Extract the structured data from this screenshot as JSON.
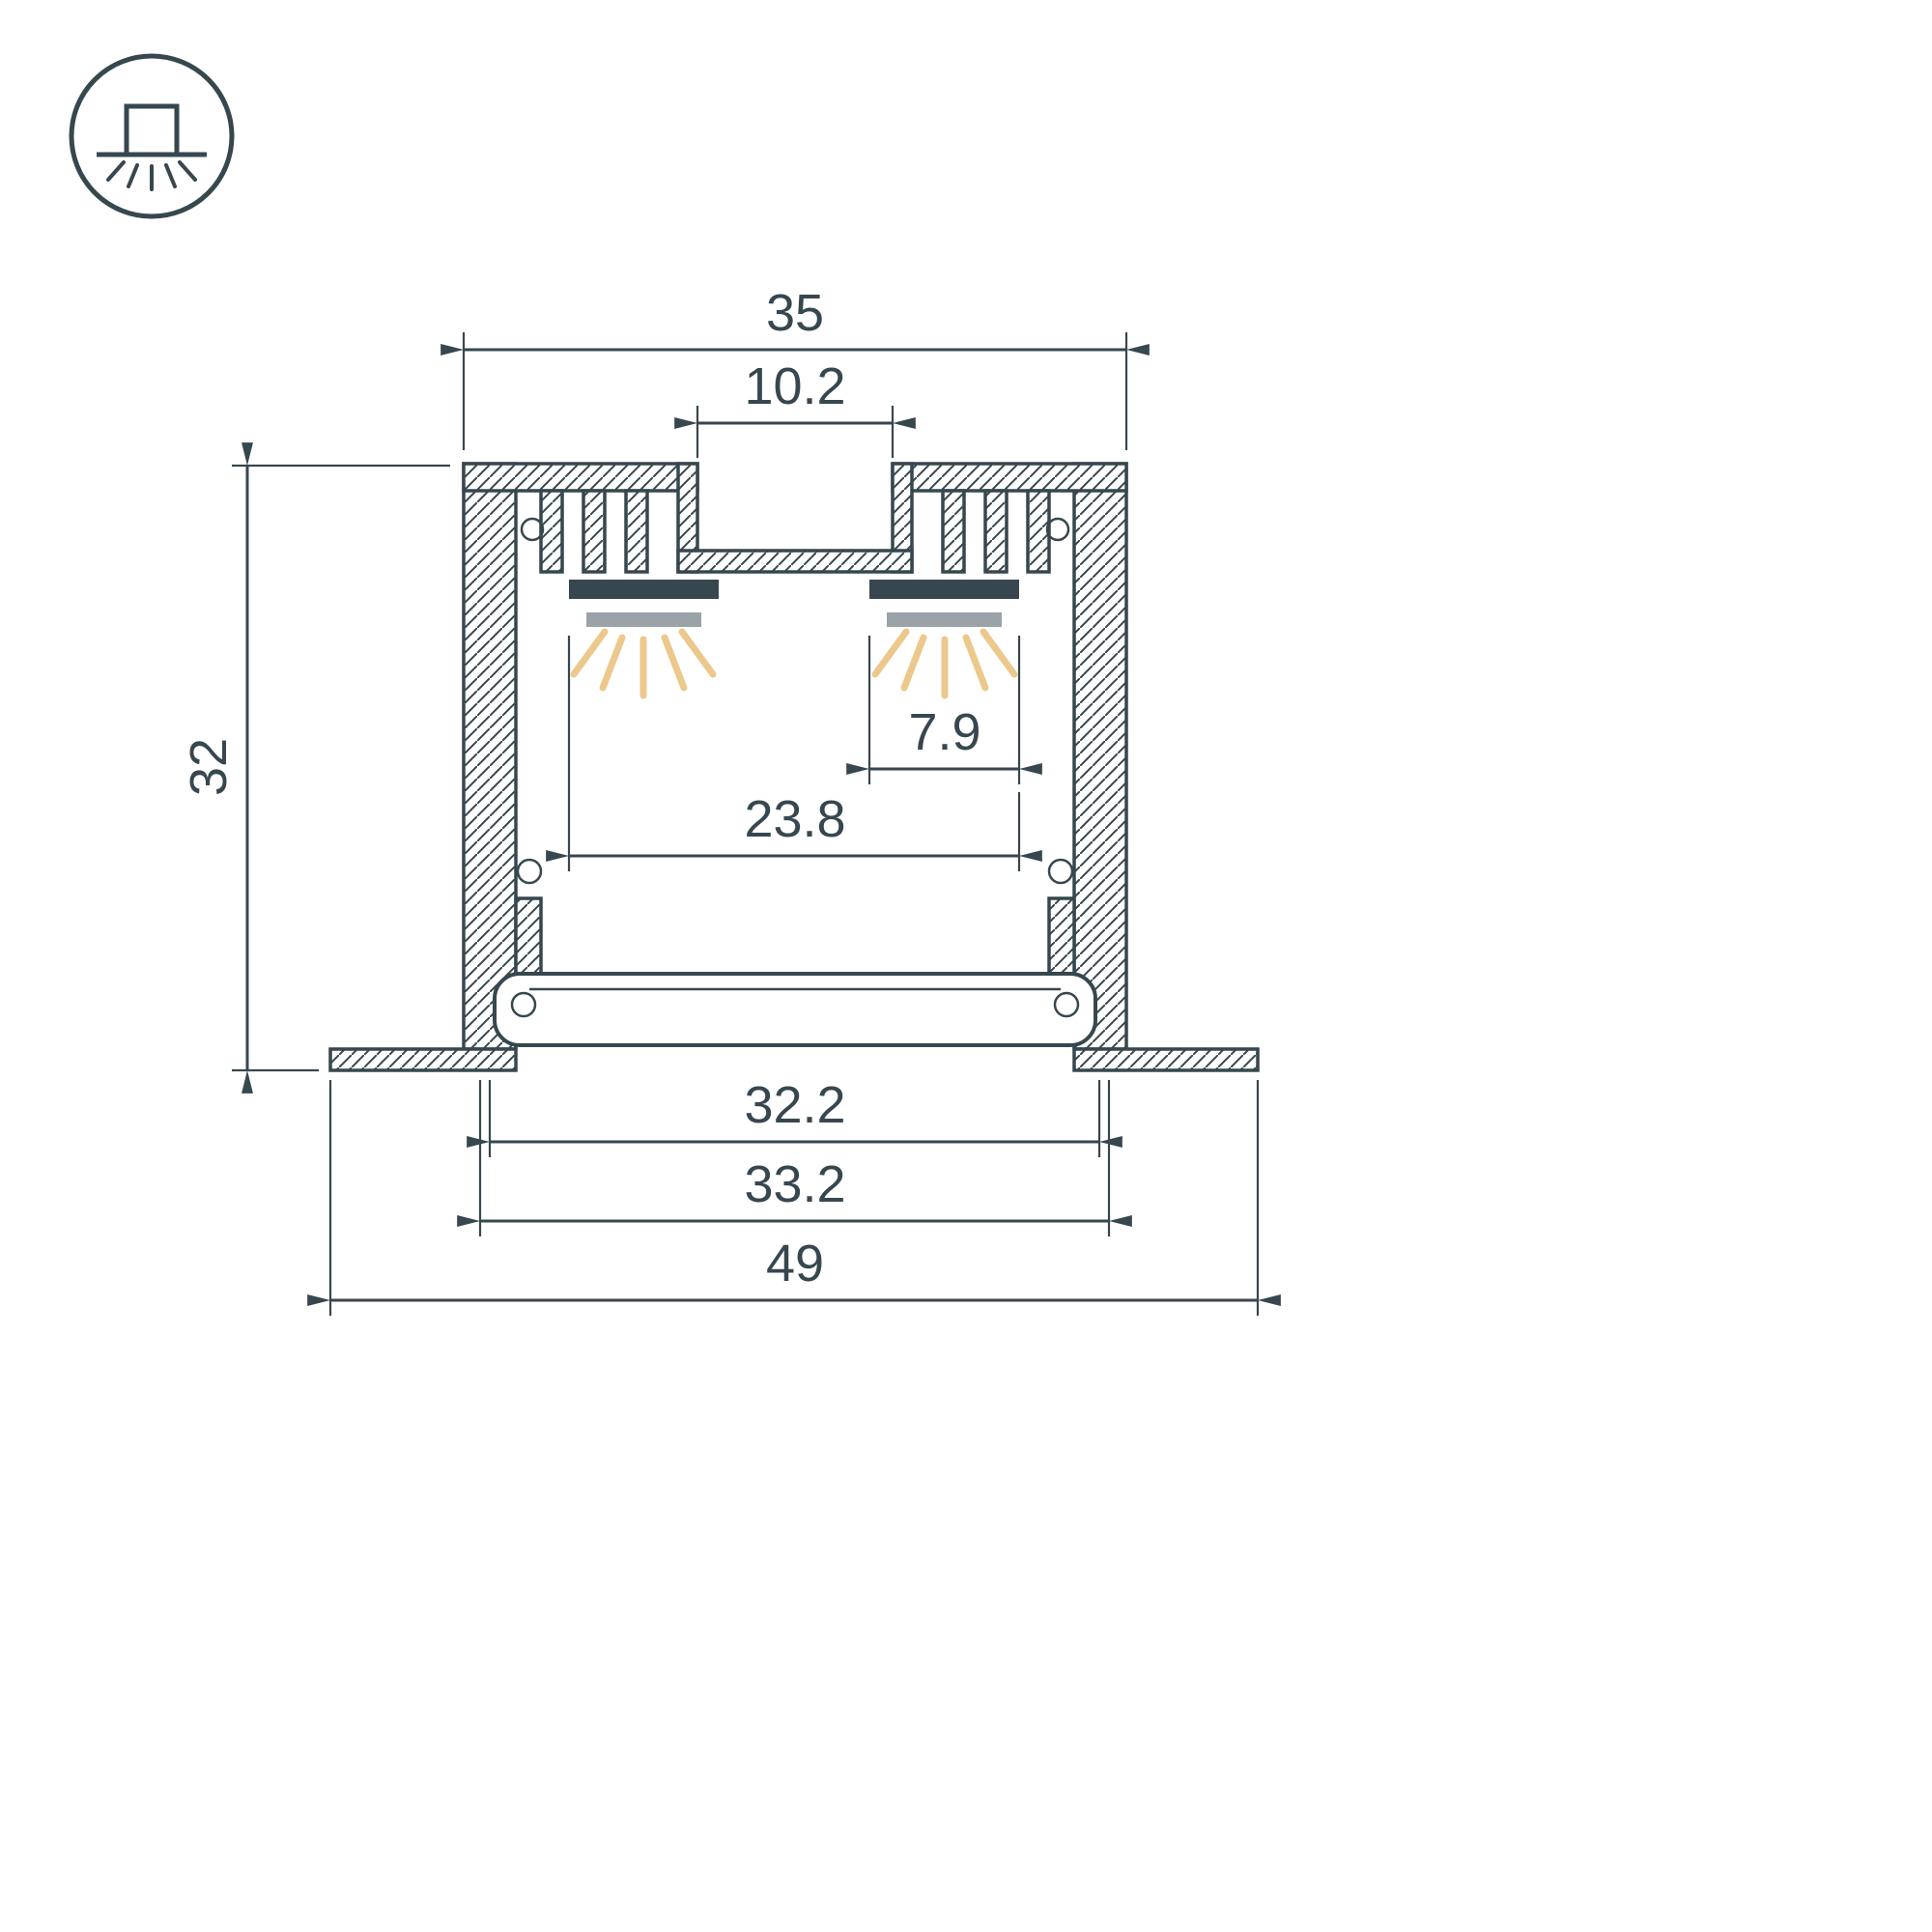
{
  "drawing": {
    "type": "led-profile-cross-section",
    "mount_icon": "recessed-mount-icon",
    "colors": {
      "line": "#37474F",
      "background": "#FFFFFF",
      "led_pcb": "#37474F",
      "led_bar": "#9AA3A8",
      "light_ray": "#EDC88C"
    }
  },
  "dimensions": {
    "top_width": "35",
    "slot_width": "10.2",
    "height": "32",
    "led_width": "7.9",
    "leds_span": "23.8",
    "inner_width": "32.2",
    "body_width": "33.2",
    "flange_width": "49"
  }
}
